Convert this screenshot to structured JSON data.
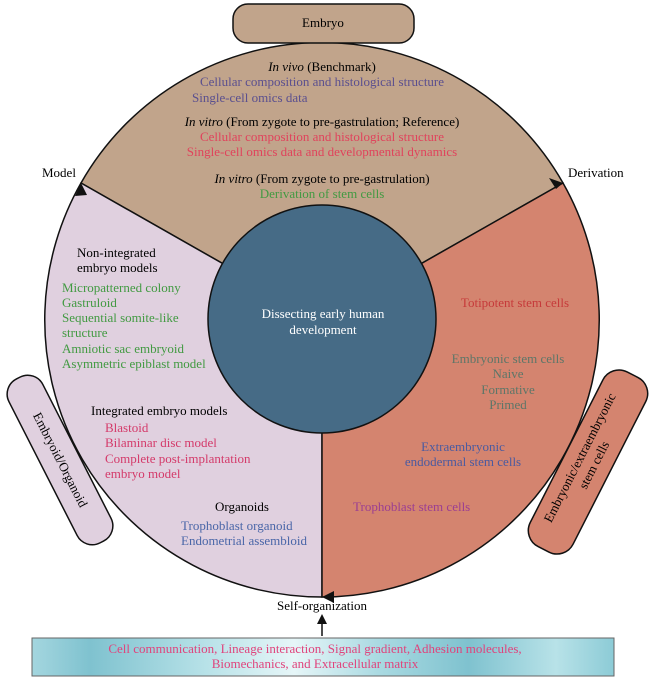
{
  "colors": {
    "embryo_sector": "#c1a48b",
    "model_sector": "#e0d0df",
    "derivation_sector": "#d4846f",
    "center_circle": "#466b86",
    "bottom_box": "#9fd4dd",
    "purple_blue": "#5a4f8f",
    "red": "#e0435c",
    "green": "#429a42",
    "crimson": "#d43a6a",
    "blue": "#4a66a8",
    "totipotent": "#c63a3a",
    "esc": "#5d7668",
    "trophoblast": "#9b3e92",
    "bottom_text": "#e0437c"
  },
  "top_pill": "Embryo",
  "left_pill": "Embryoid/Organoid",
  "right_pill": [
    "Embryonic/extraembryonic",
    "stem cells"
  ],
  "labels": {
    "model": "Model",
    "derivation": "Derivation",
    "self_organization": "Self-organization"
  },
  "center": [
    "Dissecting early human",
    "development"
  ],
  "embryo": {
    "in_vivo": {
      "italic": "In vivo",
      "rest": " (Benchmark)",
      "items": [
        "Cellular composition and histological structure",
        "Single-cell omics data"
      ]
    },
    "in_vitro_ref": {
      "italic": "In vitro",
      "rest": " (From zygote to pre-gastrulation; Reference)",
      "items": [
        "Cellular composition and histological structure",
        "Single-cell omics data and developmental dynamics"
      ]
    },
    "in_vitro_deriv": {
      "italic": "In vitro",
      "rest": " (From zygote to pre-gastrulation)",
      "items": [
        "Derivation of stem cells"
      ]
    }
  },
  "model": {
    "non_integrated": {
      "title": [
        "Non-integrated",
        "embryo models"
      ],
      "items": [
        "Micropatterned colony",
        "Gastruloid",
        "Sequential somite-like",
        "structure",
        "Amniotic sac embryoid",
        "Asymmetric epiblast model"
      ]
    },
    "integrated": {
      "title": "Integrated embryo models",
      "items": [
        "Blastoid",
        "Bilaminar disc model",
        "Complete post-implantation",
        "embryo model"
      ]
    },
    "organoids": {
      "title": "Organoids",
      "items": [
        "Trophoblast organoid",
        "Endometrial assembloid"
      ]
    }
  },
  "derivation": {
    "totipotent": "Totipotent stem cells",
    "esc": [
      "Embryonic stem cells",
      "Naive",
      "Formative",
      "Primed"
    ],
    "xen": [
      "Extraembryonic",
      "endodermal stem cells"
    ],
    "tsc": "Trophoblast stem cells"
  },
  "bottom_box": [
    "Cell communication, Lineage interaction, Signal gradient, Adhesion molecules,",
    "Biomechanics, and Extracellular matrix"
  ]
}
